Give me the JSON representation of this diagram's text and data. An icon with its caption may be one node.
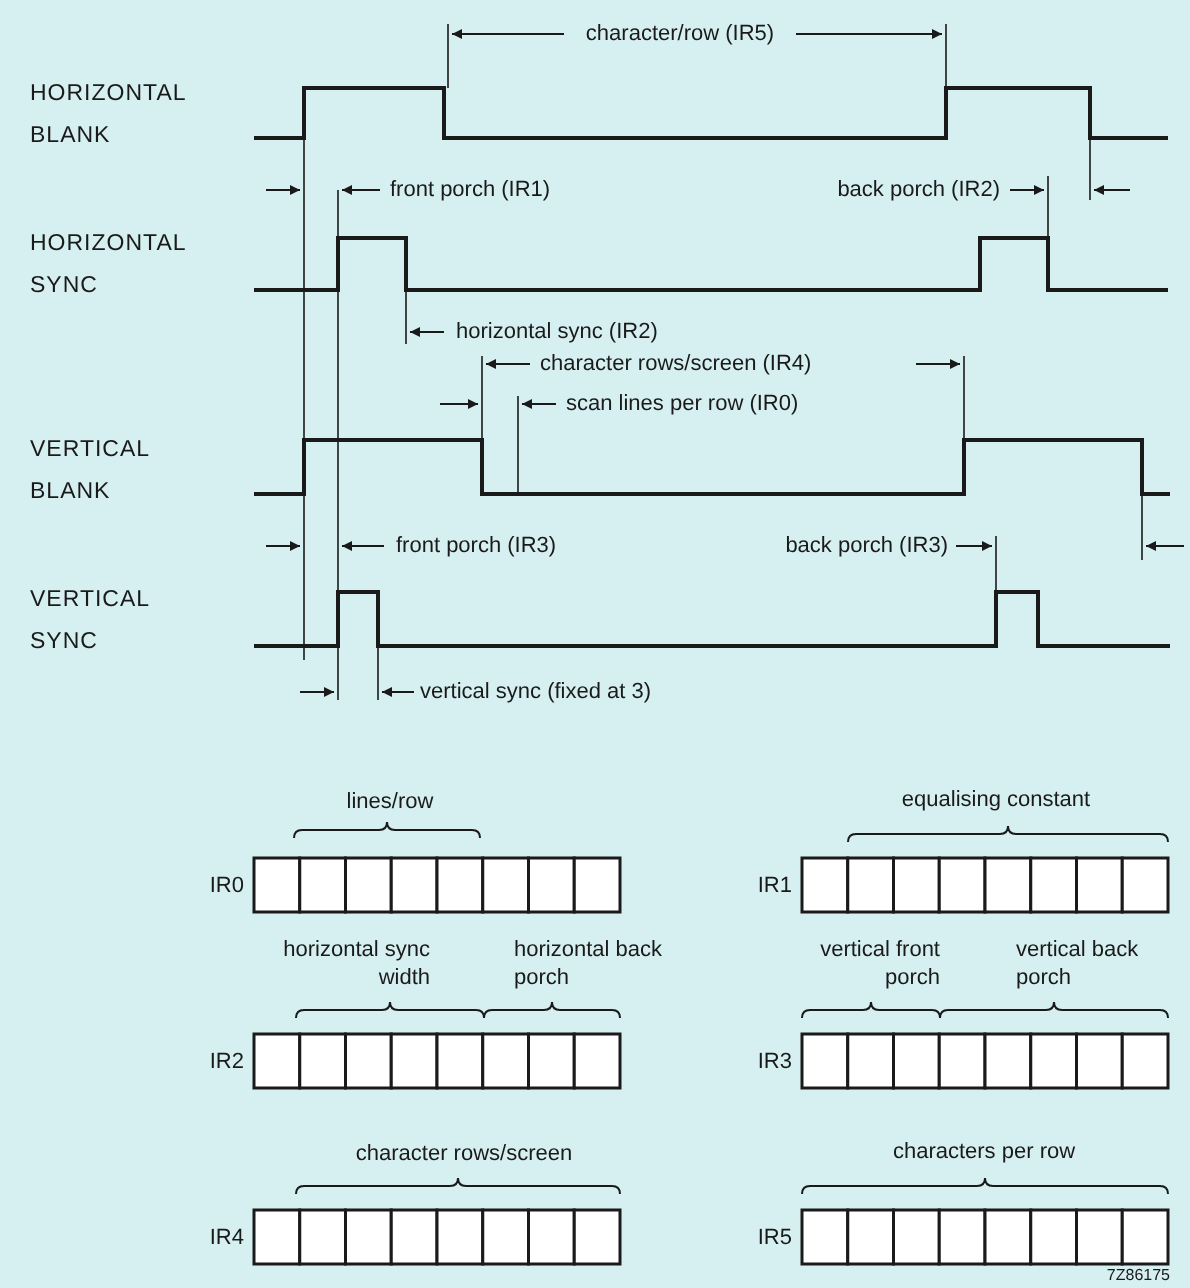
{
  "diagram": {
    "labels": [
      "character/row (IR5)",
      "HORIZONTAL BLANK",
      "front porch (IR1)",
      "back porch (IR2)",
      "HORIZONTAL SYNC",
      "horizontal sync (IR2)",
      "character rows/screen (IR4)",
      "scan lines per row (IR0)",
      "VERTICAL BLANK",
      "front porch (IR3)",
      "back porch (IR3)",
      "VERTICAL SYNC",
      "vertical sync (fixed at 3)",
      "lines/row",
      "equalising constant",
      "IR0",
      "IR1",
      "horizontal sync width",
      "horizontal back porch",
      "vertical front porch",
      "vertical back porch",
      "IR2",
      "IR3",
      "character rows/screen",
      "characters per row",
      "IR4",
      "IR5",
      "7Z86175"
    ]
  }
}
